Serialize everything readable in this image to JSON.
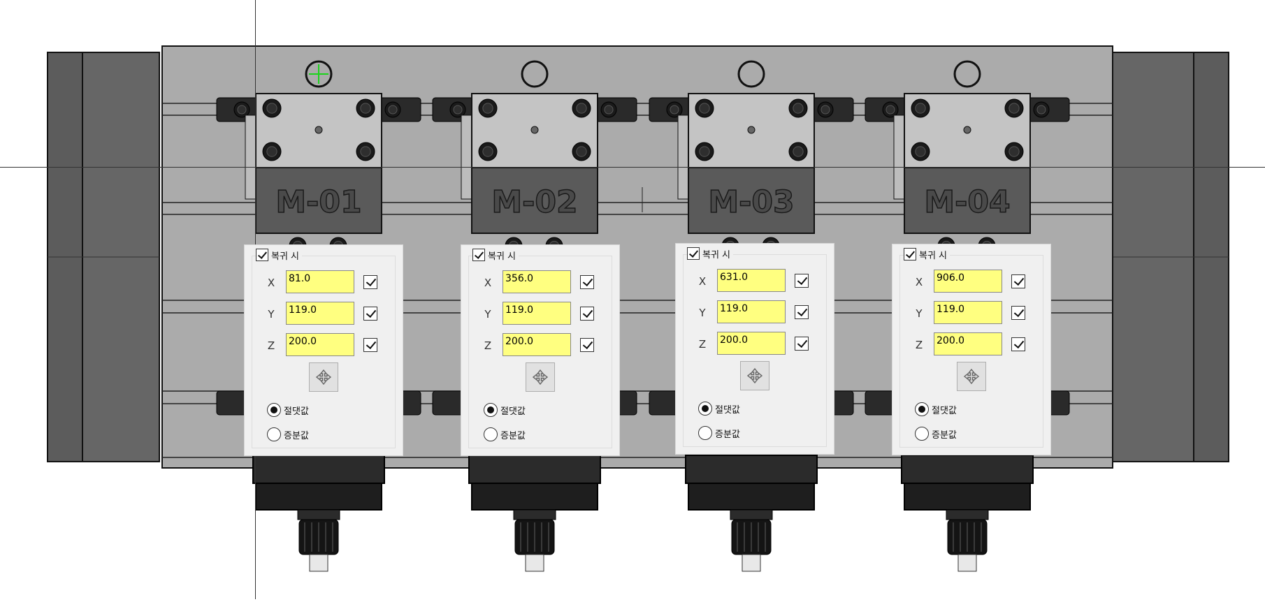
{
  "colors": {
    "background": "#ffffff",
    "housing": "#aaaaaa",
    "dark_block": "#555555",
    "panel": "#f0f0f0",
    "input_highlight": "#ffff80"
  },
  "modules": [
    {
      "label": "M-01"
    },
    {
      "label": "M-02"
    },
    {
      "label": "M-03"
    },
    {
      "label": "M-04"
    }
  ],
  "panels": [
    {
      "title": "복귀 시",
      "return_enabled": true,
      "axes": [
        {
          "axis": "X",
          "value": "81.0",
          "enabled": true
        },
        {
          "axis": "Y",
          "value": "119.0",
          "enabled": true
        },
        {
          "axis": "Z",
          "value": "200.0",
          "enabled": true
        }
      ],
      "move_icon": "move-arrows-icon",
      "mode_options": [
        "절댓값",
        "증분값"
      ],
      "selected_mode": "절댓값"
    },
    {
      "title": "복귀 시",
      "return_enabled": true,
      "axes": [
        {
          "axis": "X",
          "value": "356.0",
          "enabled": true
        },
        {
          "axis": "Y",
          "value": "119.0",
          "enabled": true
        },
        {
          "axis": "Z",
          "value": "200.0",
          "enabled": true
        }
      ],
      "move_icon": "move-arrows-icon",
      "mode_options": [
        "절댓값",
        "증분값"
      ],
      "selected_mode": "절댓값"
    },
    {
      "title": "복귀 시",
      "return_enabled": true,
      "axes": [
        {
          "axis": "X",
          "value": "631.0",
          "enabled": true
        },
        {
          "axis": "Y",
          "value": "119.0",
          "enabled": true
        },
        {
          "axis": "Z",
          "value": "200.0",
          "enabled": true
        }
      ],
      "move_icon": "move-arrows-icon",
      "mode_options": [
        "절댓값",
        "증분값"
      ],
      "selected_mode": "절댓값"
    },
    {
      "title": "복귀 시",
      "return_enabled": true,
      "axes": [
        {
          "axis": "X",
          "value": "906.0",
          "enabled": true
        },
        {
          "axis": "Y",
          "value": "119.0",
          "enabled": true
        },
        {
          "axis": "Z",
          "value": "200.0",
          "enabled": true
        }
      ],
      "move_icon": "move-arrows-icon",
      "mode_options": [
        "절댓값",
        "증분값"
      ],
      "selected_mode": "절댓값"
    }
  ]
}
